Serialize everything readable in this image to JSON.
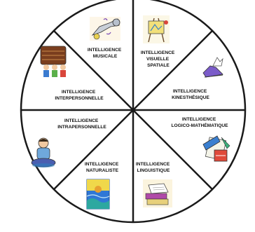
{
  "diagram": {
    "segments": [
      {
        "id": "musicale",
        "lines": [
          "INTELLIGENCE",
          "MUSICALE"
        ],
        "icon": "trumpet-icon"
      },
      {
        "id": "visuelle",
        "lines": [
          "INTELLIGENCE",
          "VISUELLE",
          "SPATIALE"
        ],
        "icon": "easel-icon"
      },
      {
        "id": "kinesthesique",
        "lines": [
          "INTELLIGENCE",
          "KINESTHÉSIQUE"
        ],
        "icon": "winged-shoe-icon"
      },
      {
        "id": "logico",
        "lines": [
          "INTELLIGENCE",
          "LOGICO-MATHÉMATIQUE"
        ],
        "icon": "math-tools-icon"
      },
      {
        "id": "linguistique",
        "lines": [
          "INTELLIGENCE",
          "LINGUISTIQUE"
        ],
        "icon": "books-icon"
      },
      {
        "id": "naturaliste",
        "lines": [
          "INTELLIGENCE",
          "NATURALISTE"
        ],
        "icon": "landscape-icon"
      },
      {
        "id": "intrapersonnelle",
        "lines": [
          "INTELLIGENCE",
          "INTRAPERSONNELLE"
        ],
        "icon": "meditating-person-icon"
      },
      {
        "id": "interpersonnelle",
        "lines": [
          "INTELLIGENCE",
          "INTERPERSONNELLE"
        ],
        "icon": "people-group-icon"
      }
    ],
    "colors": {
      "outline": "#1a1a1a",
      "background": "#ffffff"
    }
  }
}
